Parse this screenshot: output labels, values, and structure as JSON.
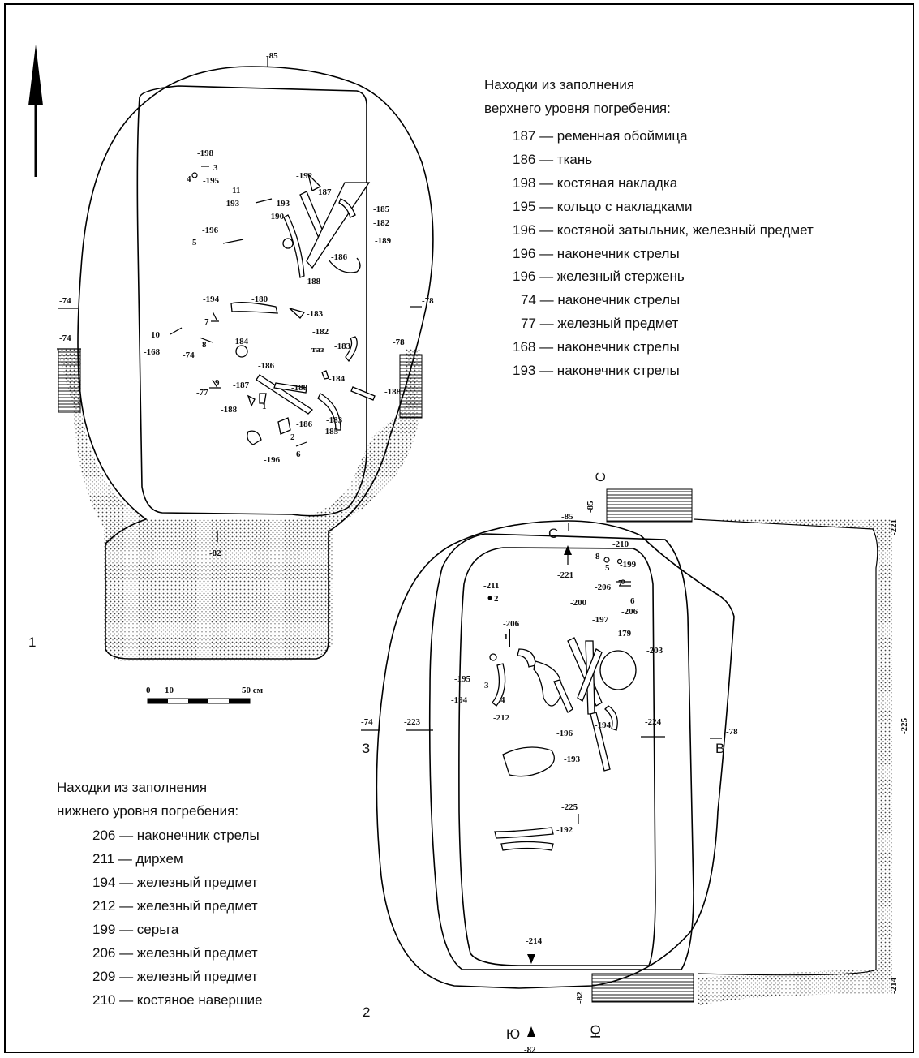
{
  "upper_legend": {
    "title_line1": "Находки из заполнения",
    "title_line2": "верхнего уровня погребения:",
    "items": [
      "187 — ременная обоймица",
      "186 — ткань",
      "198 — костяная накладка",
      "195 — кольцо с накладками",
      "196 — костяной затыльник, железный предмет",
      "196 — наконечник стрелы",
      "196 — железный стержень",
      "74 — наконечник стрелы",
      "77 — железный предмет",
      "168 — наконечник стрелы",
      "193 — наконечник стрелы"
    ]
  },
  "lower_legend": {
    "title_line1": "Находки из заполнения",
    "title_line2": "нижнего уровня погребения:",
    "items": [
      "206 — наконечник стрелы",
      "211 — дирхем",
      "194 — железный предмет",
      "212 — железный предмет",
      "199 — серьга",
      "206 — железный предмет",
      "209 — железный предмет",
      "210 — костяное навершие"
    ]
  },
  "plan1": {
    "number": "1",
    "levels": {
      "top": "-85",
      "bottom": "-82",
      "left": "-74",
      "left2": "-74",
      "right": "-78",
      "right2": "-78"
    },
    "scale": {
      "zero": "0",
      "ten": "10",
      "fifty": "50 см"
    },
    "finds": [
      "-198",
      "3",
      "4",
      "-195",
      "11",
      "-193",
      "-193",
      "-192",
      "187",
      "-190",
      "-185",
      "-182",
      "-189",
      "-196",
      "5",
      "-186",
      "-188",
      "-194",
      "-180",
      "-183",
      "7",
      "-182",
      "таз",
      "-183",
      "10",
      "-168",
      "-74",
      "8",
      "-184",
      "-186",
      "-184",
      "-188",
      "-77",
      "9",
      "-187",
      "-188",
      "1",
      "-188",
      "-186",
      "2",
      "-183",
      "-185",
      "-196",
      "6"
    ]
  },
  "plan2": {
    "number": "2",
    "compass": {
      "north": "С",
      "south": "Ю",
      "west": "З",
      "east": "В"
    },
    "levels": {
      "north": "-85",
      "south": "-82",
      "west": "-74",
      "east": "-78",
      "inner_north": "-221",
      "inner_south": "-214",
      "inner_west": "-223",
      "inner_east": "-224",
      "center": "-225",
      "section_top": "-85",
      "section_bottom": "-82",
      "section_right_top": "-221",
      "section_right_mid": "-225",
      "section_right_bottom": "-214"
    },
    "finds": [
      "-210",
      "8",
      "5",
      "-199",
      "-206",
      "7",
      "6",
      "-206",
      "-211",
      "2",
      "-206",
      "1",
      "-200",
      "-197",
      "-179",
      "-203",
      "-195",
      "3",
      "-194",
      "4",
      "-212",
      "-196",
      "-194",
      "-193",
      "-192"
    ]
  }
}
